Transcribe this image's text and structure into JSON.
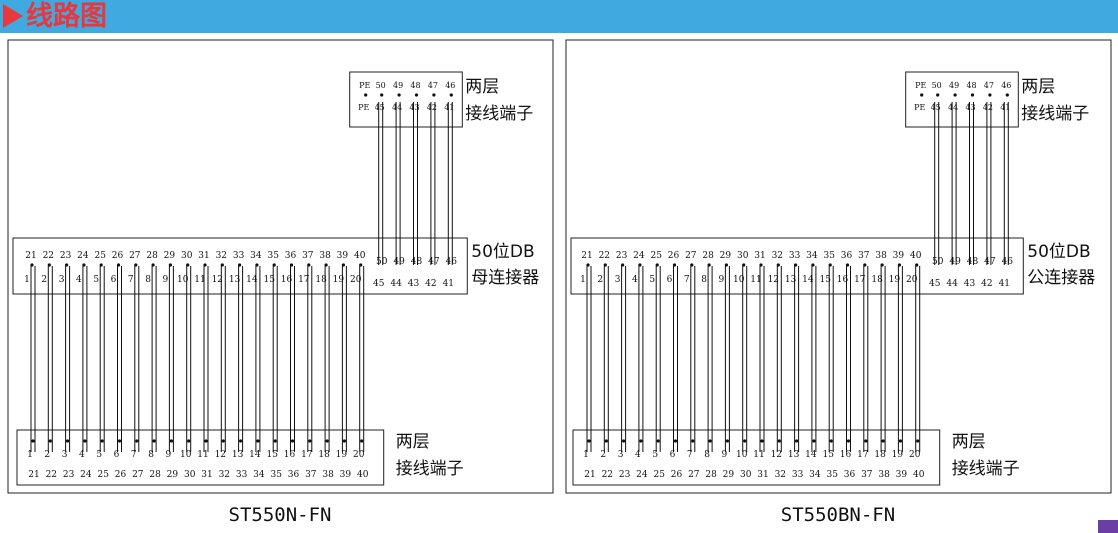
{
  "header": {
    "title": "线路图"
  },
  "diagrams": [
    {
      "model": "ST550N-FN",
      "connector_label_1": "50位DB",
      "connector_label_2": "母连接器",
      "top_terminal_label_1": "两层",
      "top_terminal_label_2": "接线端子",
      "bottom_terminal_label_1": "两层",
      "bottom_terminal_label_2": "接线端子"
    },
    {
      "model": "ST550BN-FN",
      "connector_label_1": "50位DB",
      "connector_label_2": "公连接器",
      "top_terminal_label_1": "两层",
      "top_terminal_label_2": "接线端子",
      "bottom_terminal_label_1": "两层",
      "bottom_terminal_label_2": "接线端子"
    }
  ],
  "pins": {
    "db_top_row": [
      "21",
      "22",
      "23",
      "24",
      "25",
      "26",
      "27",
      "28",
      "29",
      "30",
      "31",
      "32",
      "33",
      "34",
      "35",
      "36",
      "37",
      "38",
      "39",
      "40"
    ],
    "db_bottom_row": [
      "1",
      "2",
      "3",
      "4",
      "5",
      "6",
      "7",
      "8",
      "9",
      "10",
      "11",
      "12",
      "13",
      "14",
      "15",
      "16",
      "17",
      "18",
      "19",
      "20"
    ],
    "db_ext_top": [
      "50",
      "49",
      "48",
      "47",
      "46"
    ],
    "db_ext_bottom": [
      "45",
      "44",
      "43",
      "42",
      "41"
    ],
    "term_bottom_row1": [
      "1",
      "2",
      "3",
      "4",
      "5",
      "6",
      "7",
      "8",
      "9",
      "10",
      "11",
      "12",
      "13",
      "14",
      "15",
      "16",
      "17",
      "18",
      "19",
      "20"
    ],
    "term_bottom_row2": [
      "21",
      "22",
      "23",
      "24",
      "25",
      "26",
      "27",
      "28",
      "29",
      "30",
      "31",
      "32",
      "33",
      "34",
      "35",
      "36",
      "37",
      "38",
      "39",
      "40"
    ],
    "term_top_row1": [
      "PE",
      "50",
      "49",
      "48",
      "47",
      "46"
    ],
    "term_top_row2": [
      "PE",
      "45",
      "44",
      "43",
      "42",
      "41"
    ]
  }
}
